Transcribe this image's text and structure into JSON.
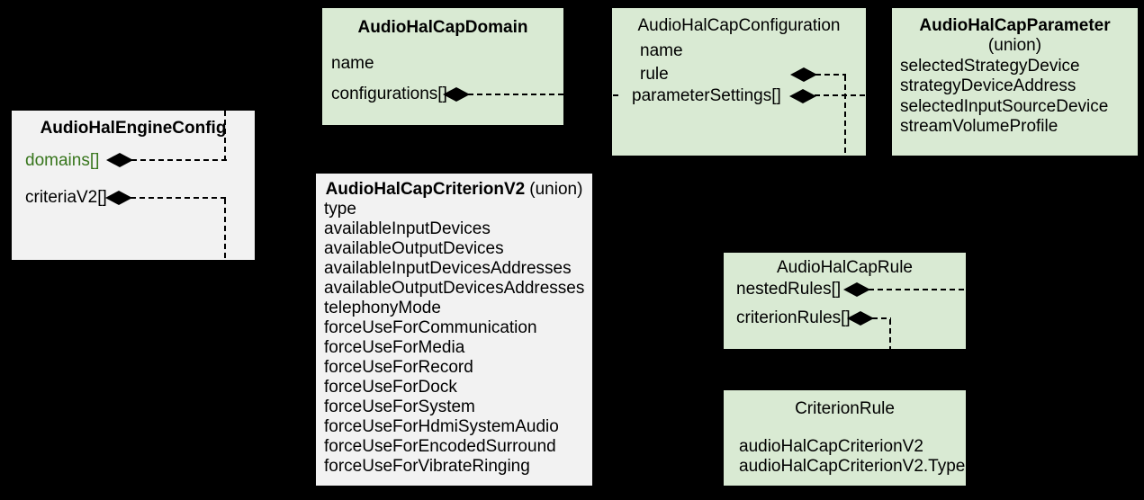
{
  "diagram": {
    "background": "#000000"
  },
  "colors": {
    "green_box": "#d9ead3",
    "gray_box": "#f2f2f2",
    "green_text": "#38761d",
    "text": "#000000",
    "line": "#000000"
  },
  "icons": {
    "composition_diamond": "◆"
  },
  "boxes": {
    "engine": {
      "title": "AudioHalEngineConfig",
      "members": [
        "domains[]",
        "criteriaV2[]"
      ]
    },
    "domain": {
      "title": "AudioHalCapDomain",
      "members": [
        "name",
        "configurations[]"
      ]
    },
    "configuration": {
      "title": "AudioHalCapConfiguration",
      "members": [
        "name",
        "rule",
        "parameterSettings[]"
      ]
    },
    "parameter": {
      "title": "AudioHalCapParameter",
      "subtitle": "(union)",
      "members": [
        "selectedStrategyDevice",
        "strategyDeviceAddress",
        "selectedInputSourceDevice",
        "streamVolumeProfile"
      ]
    },
    "criterionV2": {
      "title": "AudioHalCapCriterionV2",
      "subtitle": "(union)",
      "members": [
        "type",
        "availableInputDevices",
        "availableOutputDevices",
        "availableInputDevicesAddresses",
        "availableOutputDevicesAddresses",
        "telephonyMode",
        "forceUseForCommunication",
        "forceUseForMedia",
        "forceUseForRecord",
        "forceUseForDock",
        "forceUseForSystem",
        "forceUseForHdmiSystemAudio",
        "forceUseForEncodedSurround",
        "forceUseForVibrateRinging"
      ]
    },
    "rule": {
      "title": "AudioHalCapRule",
      "members": [
        "nestedRules[]",
        "criterionRules[]"
      ]
    },
    "criterionRule": {
      "title": "CriterionRule",
      "members": [
        "audioHalCapCriterionV2",
        "audioHalCapCriterionV2.Type"
      ]
    }
  }
}
